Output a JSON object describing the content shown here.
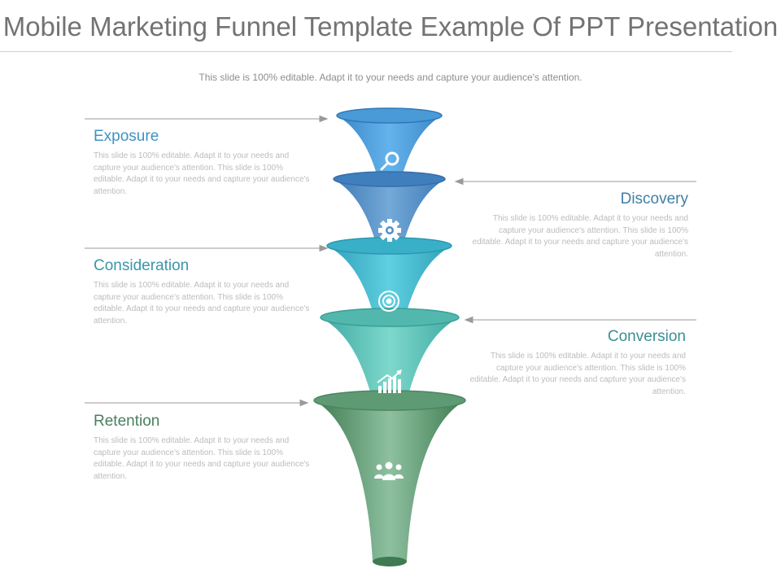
{
  "title": "Mobile Marketing Funnel Template Example Of PPT Presentation",
  "subtitle": "This slide is 100% editable. Adapt it to your needs and capture your audience's attention.",
  "stages": [
    {
      "label": "Exposure",
      "icon": "search-icon",
      "color": "#3d93c5",
      "description": "This slide is 100% editable. Adapt it to your needs and capture your audience's attention. This slide is 100% editable. Adapt it to your needs and capture your audience's attention."
    },
    {
      "label": "Discovery",
      "icon": "gear-icon",
      "color": "#3f7fa6",
      "description": "This slide is 100% editable. Adapt it to your needs and capture your audience's attention. This slide is 100% editable. Adapt it to your needs and capture your audience's attention."
    },
    {
      "label": "Consideration",
      "icon": "target-icon",
      "color": "#3b96a9",
      "description": "This slide is 100% editable. Adapt it to your needs and capture your audience's attention. This slide is 100% editable. Adapt it to your needs and capture your audience's attention."
    },
    {
      "label": "Conversion",
      "icon": "bar-chart-icon",
      "color": "#3a8f93",
      "description": "This slide is 100% editable. Adapt it to your needs and capture your audience's attention. This slide is 100% editable. Adapt it to your needs and capture your audience's attention."
    },
    {
      "label": "Retention",
      "icon": "people-icon",
      "color": "#4a7f60",
      "description": "This slide is 100% editable. Adapt it to your needs and capture your audience's attention. This slide is 100% editable. Adapt it to your needs and capture your audience's attention."
    }
  ]
}
